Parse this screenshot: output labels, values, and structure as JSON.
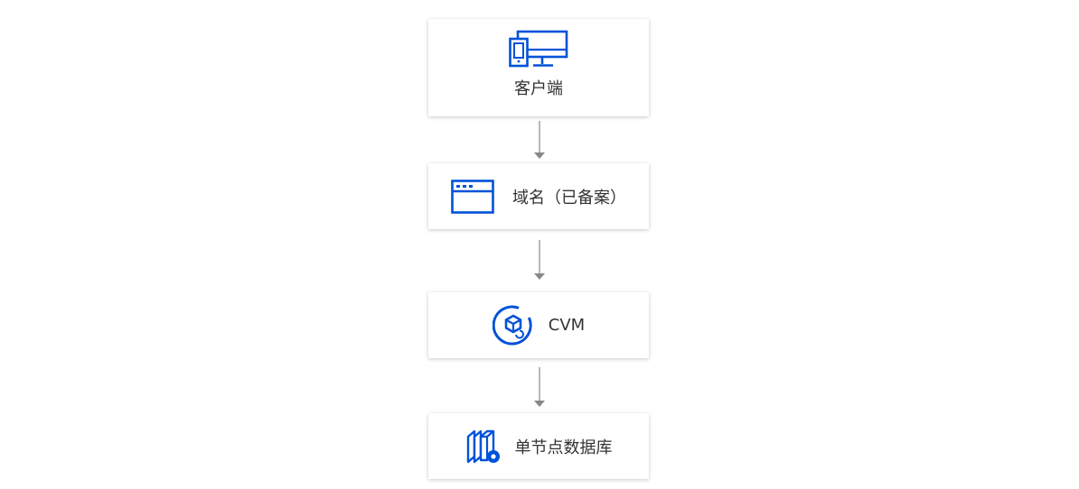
{
  "diagram": {
    "nodes": [
      {
        "id": "client",
        "label": "客户端",
        "icon": "desktop-and-tablet-icon"
      },
      {
        "id": "domain",
        "label": "域名（已备案）",
        "icon": "browser-window-icon"
      },
      {
        "id": "cvm",
        "label": "CVM",
        "icon": "cvm-cube-icon"
      },
      {
        "id": "database",
        "label": "单节点数据库",
        "icon": "database-icon"
      }
    ],
    "edges": [
      {
        "from": "client",
        "to": "domain"
      },
      {
        "from": "domain",
        "to": "cvm"
      },
      {
        "from": "cvm",
        "to": "database"
      }
    ]
  },
  "colors": {
    "icon_blue": "#0052d9",
    "arrow_gray": "#999999",
    "text": "#333333"
  }
}
